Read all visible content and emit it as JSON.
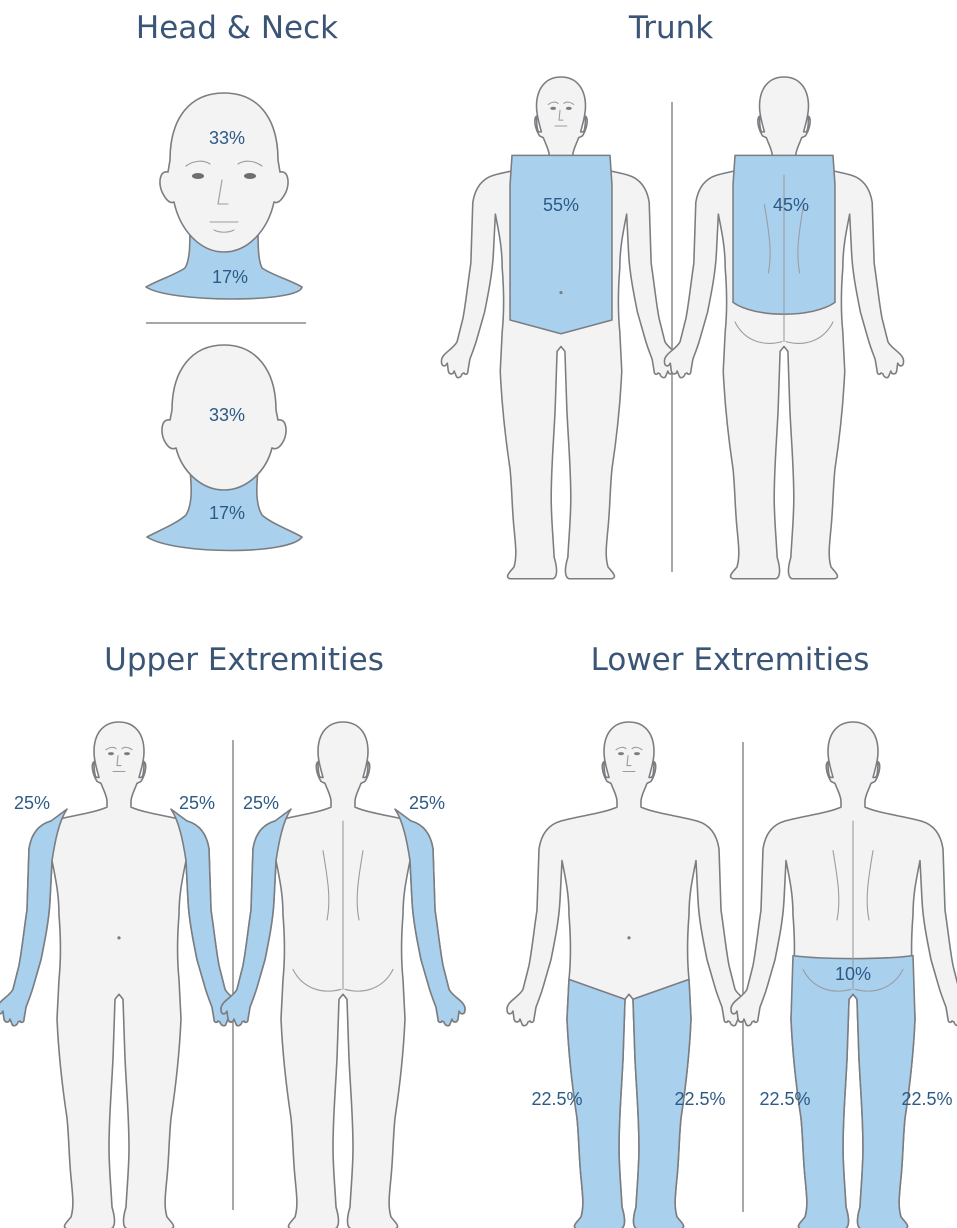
{
  "accent_color": "#a9d1ee",
  "title_color": "#3b5577",
  "label_color": "#2c5a86",
  "head_neck": {
    "title": "Head & Neck",
    "front_head": "33%",
    "front_neck": "17%",
    "back_head": "33%",
    "back_neck": "17%"
  },
  "trunk": {
    "title": "Trunk",
    "front": "55%",
    "back": "45%"
  },
  "upper": {
    "title": "Upper Extremities",
    "front_right_arm": "25%",
    "front_left_arm": "25%",
    "back_left_arm": "25%",
    "back_right_arm": "25%"
  },
  "lower": {
    "title": "Lower Extremities",
    "front_right_leg": "22.5%",
    "front_left_leg": "22.5%",
    "back_buttocks": "10%",
    "back_left_leg": "22.5%",
    "back_right_leg": "22.5%"
  }
}
